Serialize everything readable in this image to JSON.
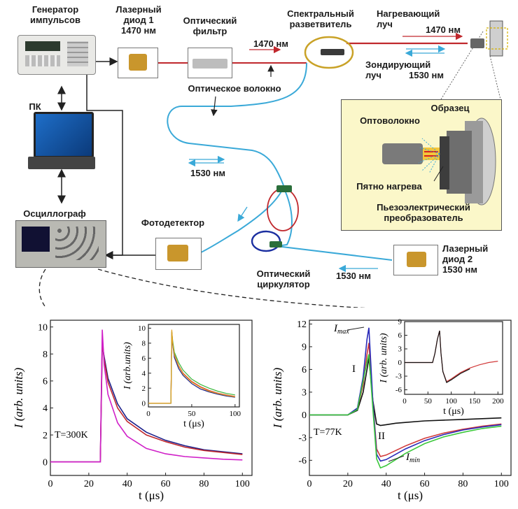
{
  "diagram": {
    "labels": {
      "pulse_gen": "Генератор\nимпульсов",
      "laser1": "Лазерный\nдиод 1\n1470 нм",
      "optical_filter": "Оптический\nфильтр",
      "spectral_splitter": "Спектральный\nразветвитель",
      "heating_beam": "Нагревающий\nлуч",
      "heating_wl": "1470 нм",
      "wl_1470_mid": "1470 нм",
      "probe_beam": "Зондирующий\nлуч",
      "probe_wl": "1530 нм",
      "optical_fiber": "Оптическое волокно",
      "pc": "ПК",
      "oscilloscope": "Осциллограф",
      "photodetector": "Фотодетектор",
      "wl_1530_left": "1530 нм",
      "wl_1530_bottom": "1530 нм",
      "circulator": "Оптический\nциркулятор",
      "laser2": "Лазерный\nдиод 2\n1530 нм"
    },
    "inset": {
      "sample": "Образец",
      "fiber": "Оптоволокно",
      "heat_spot": "Пятно нагрева",
      "piezo": "Пьезоэлектрический\nпреобразователь"
    },
    "colors": {
      "red_fiber": "#c0282d",
      "cyan_fiber": "#3aa9d8",
      "inset_bg": "#fbf7c9",
      "yellow_fiber": "#c9a227"
    }
  },
  "chart_data": [
    {
      "type": "line",
      "annotation": "T=300K",
      "xlabel": "t (μs)",
      "ylabel": "I (arb. units)",
      "xlim": [
        0,
        105
      ],
      "ylim": [
        -1,
        10.5
      ],
      "xticks": [
        0,
        20,
        40,
        60,
        80,
        100
      ],
      "yticks": [
        0,
        2,
        4,
        6,
        8,
        10
      ],
      "series": [
        {
          "color": "#1b1f8a",
          "x": [
            0,
            10,
            20,
            26,
            27,
            28,
            30,
            35,
            40,
            50,
            60,
            70,
            80,
            90,
            100
          ],
          "y": [
            0,
            0,
            0,
            0,
            8.7,
            7.8,
            6.2,
            4.3,
            3.2,
            2.2,
            1.6,
            1.2,
            0.9,
            0.75,
            0.6
          ]
        },
        {
          "color": "#c0282d",
          "x": [
            0,
            10,
            20,
            26,
            27,
            28,
            30,
            35,
            40,
            50,
            60,
            70,
            80,
            90,
            100
          ],
          "y": [
            0,
            0,
            0,
            0,
            9.0,
            7.6,
            5.9,
            4.0,
            3.0,
            2.0,
            1.5,
            1.1,
            0.85,
            0.7,
            0.55
          ]
        },
        {
          "color": "#d020c8",
          "x": [
            0,
            10,
            20,
            26,
            27,
            28,
            30,
            35,
            40,
            50,
            60,
            70,
            80,
            90,
            100
          ],
          "y": [
            0,
            0,
            0,
            0,
            9.8,
            7.2,
            5.0,
            2.9,
            1.9,
            1.0,
            0.6,
            0.4,
            0.3,
            0.2,
            0.15
          ]
        }
      ],
      "inset": {
        "xlabel": "t (μs)",
        "ylabel": "I (arb.units)",
        "xlim": [
          0,
          105
        ],
        "ylim": [
          -0.5,
          10.5
        ],
        "xticks": [
          0,
          50,
          100
        ],
        "yticks": [
          0,
          2,
          4,
          6,
          8,
          10
        ],
        "series": [
          {
            "color": "#1b1f8a",
            "x": [
              0,
              20,
              26,
              27,
              28,
              30,
              35,
              40,
              50,
              60,
              70,
              80,
              90,
              100
            ],
            "y": [
              0,
              0,
              0,
              9.3,
              7.8,
              6.1,
              4.6,
              3.7,
              2.6,
              1.9,
              1.5,
              1.2,
              0.95,
              0.8
            ]
          },
          {
            "color": "#d23a3a",
            "x": [
              0,
              20,
              26,
              27,
              28,
              30,
              35,
              40,
              50,
              60,
              70,
              80,
              90,
              100
            ],
            "y": [
              0,
              0,
              0,
              9.5,
              8.0,
              6.5,
              5.0,
              4.0,
              2.9,
              2.2,
              1.7,
              1.35,
              1.1,
              0.9
            ]
          },
          {
            "color": "#3cb83c",
            "x": [
              0,
              20,
              26,
              27,
              28,
              30,
              35,
              40,
              50,
              60,
              70,
              80,
              90,
              100
            ],
            "y": [
              0,
              0,
              0,
              9.6,
              8.3,
              6.8,
              5.4,
              4.4,
              3.2,
              2.5,
              2.0,
              1.6,
              1.3,
              1.1
            ]
          },
          {
            "color": "#e5a020",
            "x": [
              0,
              20,
              26,
              27,
              28,
              30,
              35,
              40,
              50,
              60,
              70,
              80,
              90,
              100
            ],
            "y": [
              0,
              0,
              0,
              9.8,
              8.0,
              6.4,
              4.9,
              3.9,
              2.8,
              2.1,
              1.6,
              1.3,
              1.05,
              0.85
            ]
          }
        ]
      }
    },
    {
      "type": "line",
      "annotation": "T=77K",
      "xlabel": "t (μs)",
      "ylabel": "I (arb. units)",
      "xlim": [
        0,
        105
      ],
      "ylim": [
        -8,
        12.5
      ],
      "xticks": [
        0,
        20,
        40,
        60,
        80,
        100
      ],
      "yticks": [
        -6,
        -3,
        0,
        3,
        6,
        9,
        12
      ],
      "labels": {
        "max": "I",
        "max_sub": "max",
        "min": "I",
        "min_sub": "min",
        "region1": "I",
        "region2": "II"
      },
      "series": [
        {
          "color": "#111111",
          "x": [
            0,
            10,
            20,
            25,
            28,
            30,
            31,
            33,
            35,
            37,
            40,
            45,
            50,
            60,
            70,
            80,
            90,
            100
          ],
          "y": [
            0,
            0,
            0,
            0.6,
            3,
            6,
            7.5,
            2,
            -1.2,
            -1.4,
            -1.3,
            -1.1,
            -1.0,
            -0.8,
            -0.7,
            -0.6,
            -0.5,
            -0.4
          ]
        },
        {
          "color": "#d23a3a",
          "x": [
            0,
            10,
            20,
            25,
            28,
            30,
            31,
            33,
            35,
            37,
            40,
            45,
            50,
            60,
            70,
            80,
            90,
            100
          ],
          "y": [
            0,
            0,
            0,
            0.8,
            4,
            8,
            9.5,
            2,
            -4.5,
            -5.5,
            -5.3,
            -4.7,
            -4.1,
            -3.1,
            -2.4,
            -1.9,
            -1.5,
            -1.2
          ]
        },
        {
          "color": "#2a2ab8",
          "x": [
            0,
            10,
            20,
            25,
            28,
            30,
            31,
            33,
            35,
            37,
            40,
            45,
            50,
            60,
            70,
            80,
            90,
            100
          ],
          "y": [
            0,
            0,
            0,
            0.9,
            5,
            10,
            11.5,
            2,
            -5.2,
            -6.1,
            -5.9,
            -5.2,
            -4.5,
            -3.4,
            -2.6,
            -2.0,
            -1.6,
            -1.3
          ]
        },
        {
          "color": "#3cc83c",
          "x": [
            0,
            10,
            20,
            25,
            28,
            30,
            31,
            33,
            35,
            37,
            40,
            45,
            50,
            60,
            70,
            80,
            90,
            100
          ],
          "y": [
            0,
            0,
            0,
            0.7,
            4.5,
            7,
            8,
            1,
            -5.8,
            -7.0,
            -6.7,
            -5.9,
            -5.1,
            -3.8,
            -2.9,
            -2.3,
            -1.8,
            -1.5
          ]
        }
      ],
      "inset": {
        "xlabel": "t (μs)",
        "ylabel": "I (arb. units)",
        "xlim": [
          0,
          210
        ],
        "ylim": [
          -7,
          9
        ],
        "xticks": [
          0,
          50,
          100,
          150,
          200
        ],
        "yticks": [
          -6,
          -3,
          0,
          3,
          6,
          9
        ],
        "series": [
          {
            "color": "#d23a3a",
            "x": [
              0,
              20,
              40,
              60,
              65,
              70,
              75,
              78,
              82,
              90,
              100,
              110,
              120,
              140,
              160,
              180,
              200
            ],
            "y": [
              0,
              0,
              0,
              0,
              2,
              5,
              7,
              2,
              -2,
              -4.2,
              -3.6,
              -2.9,
              -2.2,
              -1.2,
              -0.5,
              0,
              0.3
            ]
          },
          {
            "color": "#111111",
            "x": [
              0,
              20,
              40,
              60,
              65,
              70,
              75,
              78,
              82,
              90,
              100,
              110,
              120,
              140
            ],
            "y": [
              0,
              0,
              0,
              0,
              2,
              5,
              7,
              2,
              -2,
              -4.4,
              -3.8,
              -3.1,
              -2.4,
              -1.4
            ]
          }
        ]
      }
    }
  ]
}
